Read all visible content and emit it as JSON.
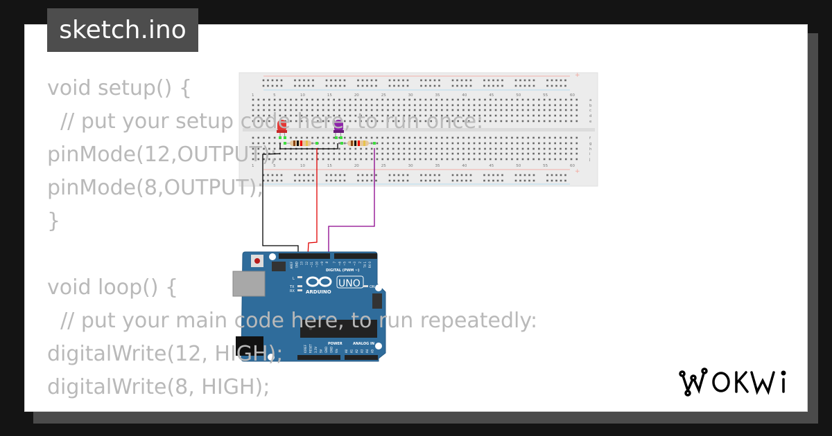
{
  "file_tab": {
    "label": "sketch.ino"
  },
  "code_lines": [
    "void setup() {",
    "  // put your setup code here, to run once:",
    "pinMode(12,OUTPUT);",
    "pinMode(8,OUTPUT);",
    "}",
    "",
    "void loop() {",
    "  // put your main code here, to run repeatedly:",
    "digitalWrite(12, HIGH);",
    "digitalWrite(8, HIGH);"
  ],
  "breadboard": {
    "column_labels": [
      "1",
      "5",
      "10",
      "15",
      "20",
      "25",
      "30",
      "35",
      "40",
      "45",
      "50",
      "55",
      "60"
    ],
    "row_labels_top": [
      "a",
      "b",
      "c",
      "d",
      "e"
    ],
    "row_labels_bottom": [
      "f",
      "g",
      "h",
      "i",
      "j"
    ],
    "rail_plus": "+",
    "rail_minus": "-"
  },
  "components": {
    "led1_color": "#e53935",
    "led2_color": "#8e24aa",
    "wire_colors": {
      "gnd": "#000000",
      "pin12": "#e00000",
      "pin8": "#8b008b"
    }
  },
  "arduino": {
    "model_label": "UNO",
    "brand_label": "ARDUINO",
    "digital_label": "DIGITAL (PWM ~)",
    "power_label": "POWER",
    "analog_label": "ANALOG IN",
    "on_label": "ON",
    "l_label": "L",
    "tx_label": "TX",
    "rx_label": "RX",
    "top_pins": [
      "AREF",
      "GND",
      "13",
      "12",
      "~11",
      "~10",
      "~9",
      "8",
      "7",
      "~6",
      "~5",
      "4",
      "~3",
      "2",
      "TX 1",
      "RX 0"
    ],
    "bottom_pins": [
      "IOREF",
      "RESET",
      "3.3V",
      "5V",
      "GND",
      "GND",
      "Vin",
      "A0",
      "A1",
      "A2",
      "A3",
      "A4",
      "A5"
    ],
    "board_color": "#2f6c9b"
  },
  "brand": {
    "logo_text": "WOKWi"
  }
}
